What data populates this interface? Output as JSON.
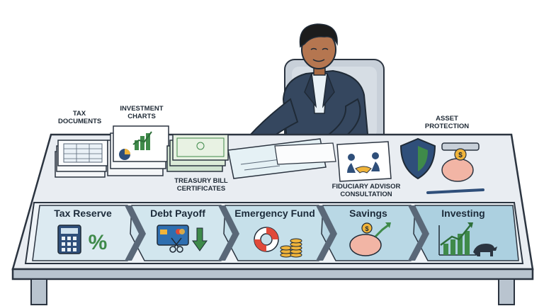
{
  "desk_items": {
    "tax_documents": {
      "line1": "TAX",
      "line2": "DOCUMENTS"
    },
    "investment_charts": {
      "line1": "INVESTMENT",
      "line2": "CHARTS"
    },
    "treasury_bills": {
      "line1": "TREASURY BILL",
      "line2": "CERTIFICATES"
    },
    "fiduciary": {
      "line1": "FIDUCIARY ADVISOR",
      "line2": "CONSULTATION"
    },
    "asset_protection": {
      "line1": "ASSET",
      "line2": "PROTECTION"
    }
  },
  "steps": [
    {
      "title": "Tax Reserve",
      "icon": "calculator-percent-icon",
      "color": "#dceaf1"
    },
    {
      "title": "Debt Payoff",
      "icon": "credit-card-scissors-icon",
      "color": "#d2e6ee"
    },
    {
      "title": "Emergency Fund",
      "icon": "lifebuoy-coins-icon",
      "color": "#c6e0ea"
    },
    {
      "title": "Savings",
      "icon": "piggy-bank-icon",
      "color": "#b9d8e5"
    },
    {
      "title": "Investing",
      "icon": "bull-chart-icon",
      "color": "#acd0e0"
    }
  ],
  "colors": {
    "suit": "#35475f",
    "desk_top": "#e9edf2",
    "desk_edge": "#b9c4cf",
    "arrow": "#5a6878"
  }
}
